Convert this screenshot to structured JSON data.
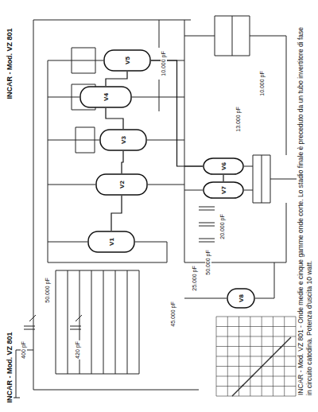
{
  "diagram": {
    "caption": "INCAR - Mod. VZ 801 - Onde medie e cinque gamme onde corte. Lo stadio finale è preceduto da un tubo invertitore di fase in circuito catodina. Potenza d'uscita 10 watt.",
    "nodes": [
      {
        "text": [
          "V5"
        ]
      },
      {
        "text": [
          "V4"
        ]
      },
      {
        "text": [
          "V3"
        ]
      },
      {
        "text": [
          "V2"
        ]
      },
      {
        "text": [
          "V1"
        ]
      },
      {
        "text": [
          "V6"
        ]
      },
      {
        "text": [
          "V7"
        ]
      },
      {
        "text": [
          "V8"
        ]
      }
    ],
    "edges": [
      {
        "from": 4,
        "to": 3,
        "arrow": "none"
      },
      {
        "from": 3,
        "to": 2,
        "arrow": "none"
      },
      {
        "from": 2,
        "to": 1,
        "arrow": "none"
      },
      {
        "from": 1,
        "to": 0,
        "arrow": "none"
      },
      {
        "from": 0,
        "to": 5,
        "arrow": "none"
      },
      {
        "from": 5,
        "to": 6,
        "arrow": "none"
      }
    ],
    "labels": [
      "INCAR - Mod. VZ 801",
      "INCAR - Mod. VZ 801",
      "10.000 pF",
      "13.000 pF",
      "50.000 pF",
      "25.000 pF",
      "45.000 pF",
      "420 pF",
      "400 pF",
      "10.000 pF",
      "50.000 pF",
      "20.000 pF"
    ]
  }
}
